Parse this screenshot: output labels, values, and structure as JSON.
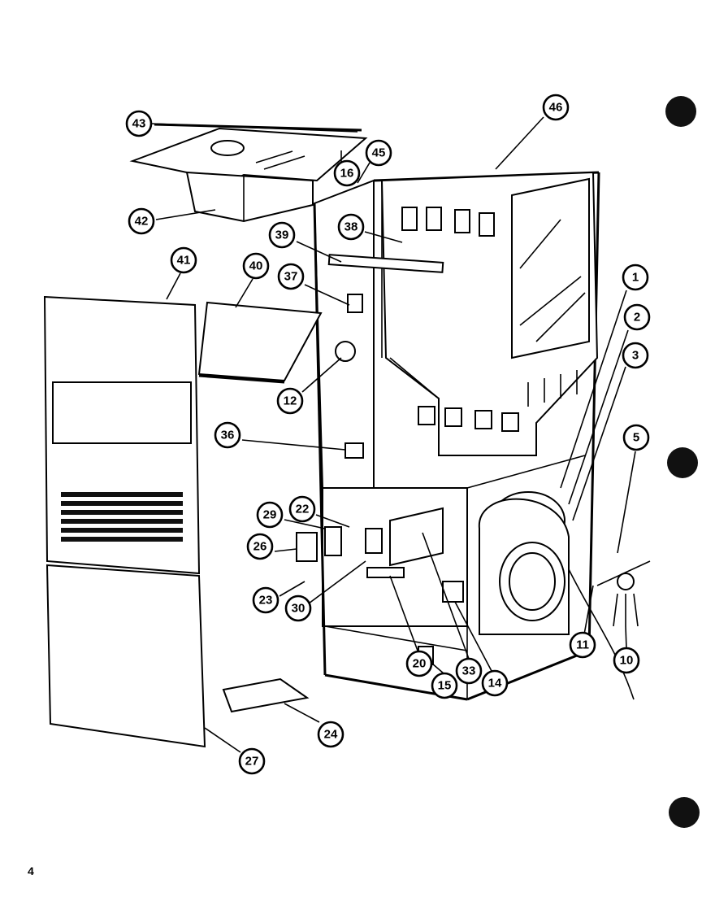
{
  "page": {
    "page_number": "4"
  },
  "callouts": [
    {
      "id": "c43",
      "label": "43"
    },
    {
      "id": "c46",
      "label": "46"
    },
    {
      "id": "c45",
      "label": "45"
    },
    {
      "id": "c16",
      "label": "16"
    },
    {
      "id": "c42",
      "label": "42"
    },
    {
      "id": "c38",
      "label": "38"
    },
    {
      "id": "c39",
      "label": "39"
    },
    {
      "id": "c41",
      "label": "41"
    },
    {
      "id": "c40",
      "label": "40"
    },
    {
      "id": "c37",
      "label": "37"
    },
    {
      "id": "c1",
      "label": "1"
    },
    {
      "id": "c2",
      "label": "2"
    },
    {
      "id": "c3",
      "label": "3"
    },
    {
      "id": "c12",
      "label": "12"
    },
    {
      "id": "c36",
      "label": "36"
    },
    {
      "id": "c5",
      "label": "5"
    },
    {
      "id": "c29",
      "label": "29"
    },
    {
      "id": "c22",
      "label": "22"
    },
    {
      "id": "c26",
      "label": "26"
    },
    {
      "id": "c23",
      "label": "23"
    },
    {
      "id": "c30",
      "label": "30"
    },
    {
      "id": "c11",
      "label": "11"
    },
    {
      "id": "c10",
      "label": "10"
    },
    {
      "id": "c20",
      "label": "20"
    },
    {
      "id": "c33",
      "label": "33"
    },
    {
      "id": "c14",
      "label": "14"
    },
    {
      "id": "c15",
      "label": "15"
    },
    {
      "id": "c24",
      "label": "24"
    },
    {
      "id": "c27",
      "label": "27"
    }
  ]
}
